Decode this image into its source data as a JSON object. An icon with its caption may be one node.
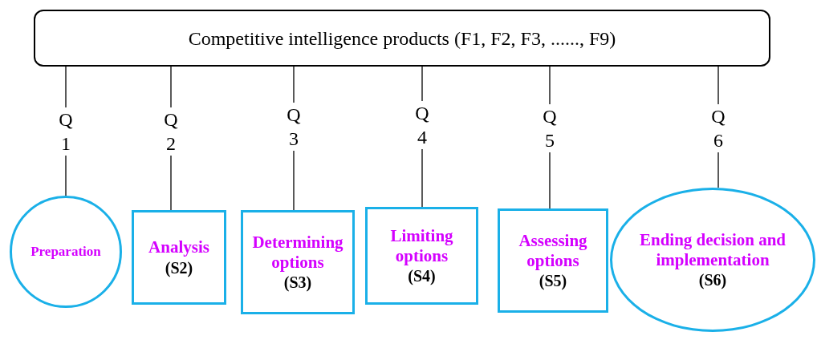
{
  "diagram": {
    "nodes": [
      {
        "text": [
          "Competitive intelligence products (F1, F2, F3, ......, F9)"
        ]
      },
      {
        "text": [
          "Q 1"
        ]
      },
      {
        "text": [
          "Q 2"
        ]
      },
      {
        "text": [
          "Q 3"
        ]
      },
      {
        "text": [
          "Q 4"
        ]
      },
      {
        "text": [
          "Q 5"
        ]
      },
      {
        "text": [
          "Q 6"
        ]
      },
      {
        "text": [
          "Preparation"
        ]
      },
      {
        "text": [
          "Analysis",
          "(S2)"
        ]
      },
      {
        "text": [
          "Determining options",
          "(S3)"
        ]
      },
      {
        "text": [
          "Limiting options",
          "(S4)"
        ]
      },
      {
        "text": [
          "Assessing options",
          "(S5)"
        ]
      },
      {
        "text": [
          "Ending decision and implementation",
          "(S6)"
        ]
      }
    ],
    "edges": [
      {
        "from": 0,
        "to": 1,
        "arrow": "none"
      },
      {
        "from": 0,
        "to": 2,
        "arrow": "none"
      },
      {
        "from": 0,
        "to": 3,
        "arrow": "none"
      },
      {
        "from": 0,
        "to": 4,
        "arrow": "none"
      },
      {
        "from": 0,
        "to": 5,
        "arrow": "none"
      },
      {
        "from": 0,
        "to": 6,
        "arrow": "none"
      },
      {
        "from": 1,
        "to": 7,
        "arrow": "none"
      },
      {
        "from": 2,
        "to": 8,
        "arrow": "none"
      },
      {
        "from": 3,
        "to": 9,
        "arrow": "none"
      },
      {
        "from": 4,
        "to": 10,
        "arrow": "none"
      },
      {
        "from": 5,
        "to": 11,
        "arrow": "none"
      },
      {
        "from": 6,
        "to": 12,
        "arrow": "none"
      }
    ]
  }
}
